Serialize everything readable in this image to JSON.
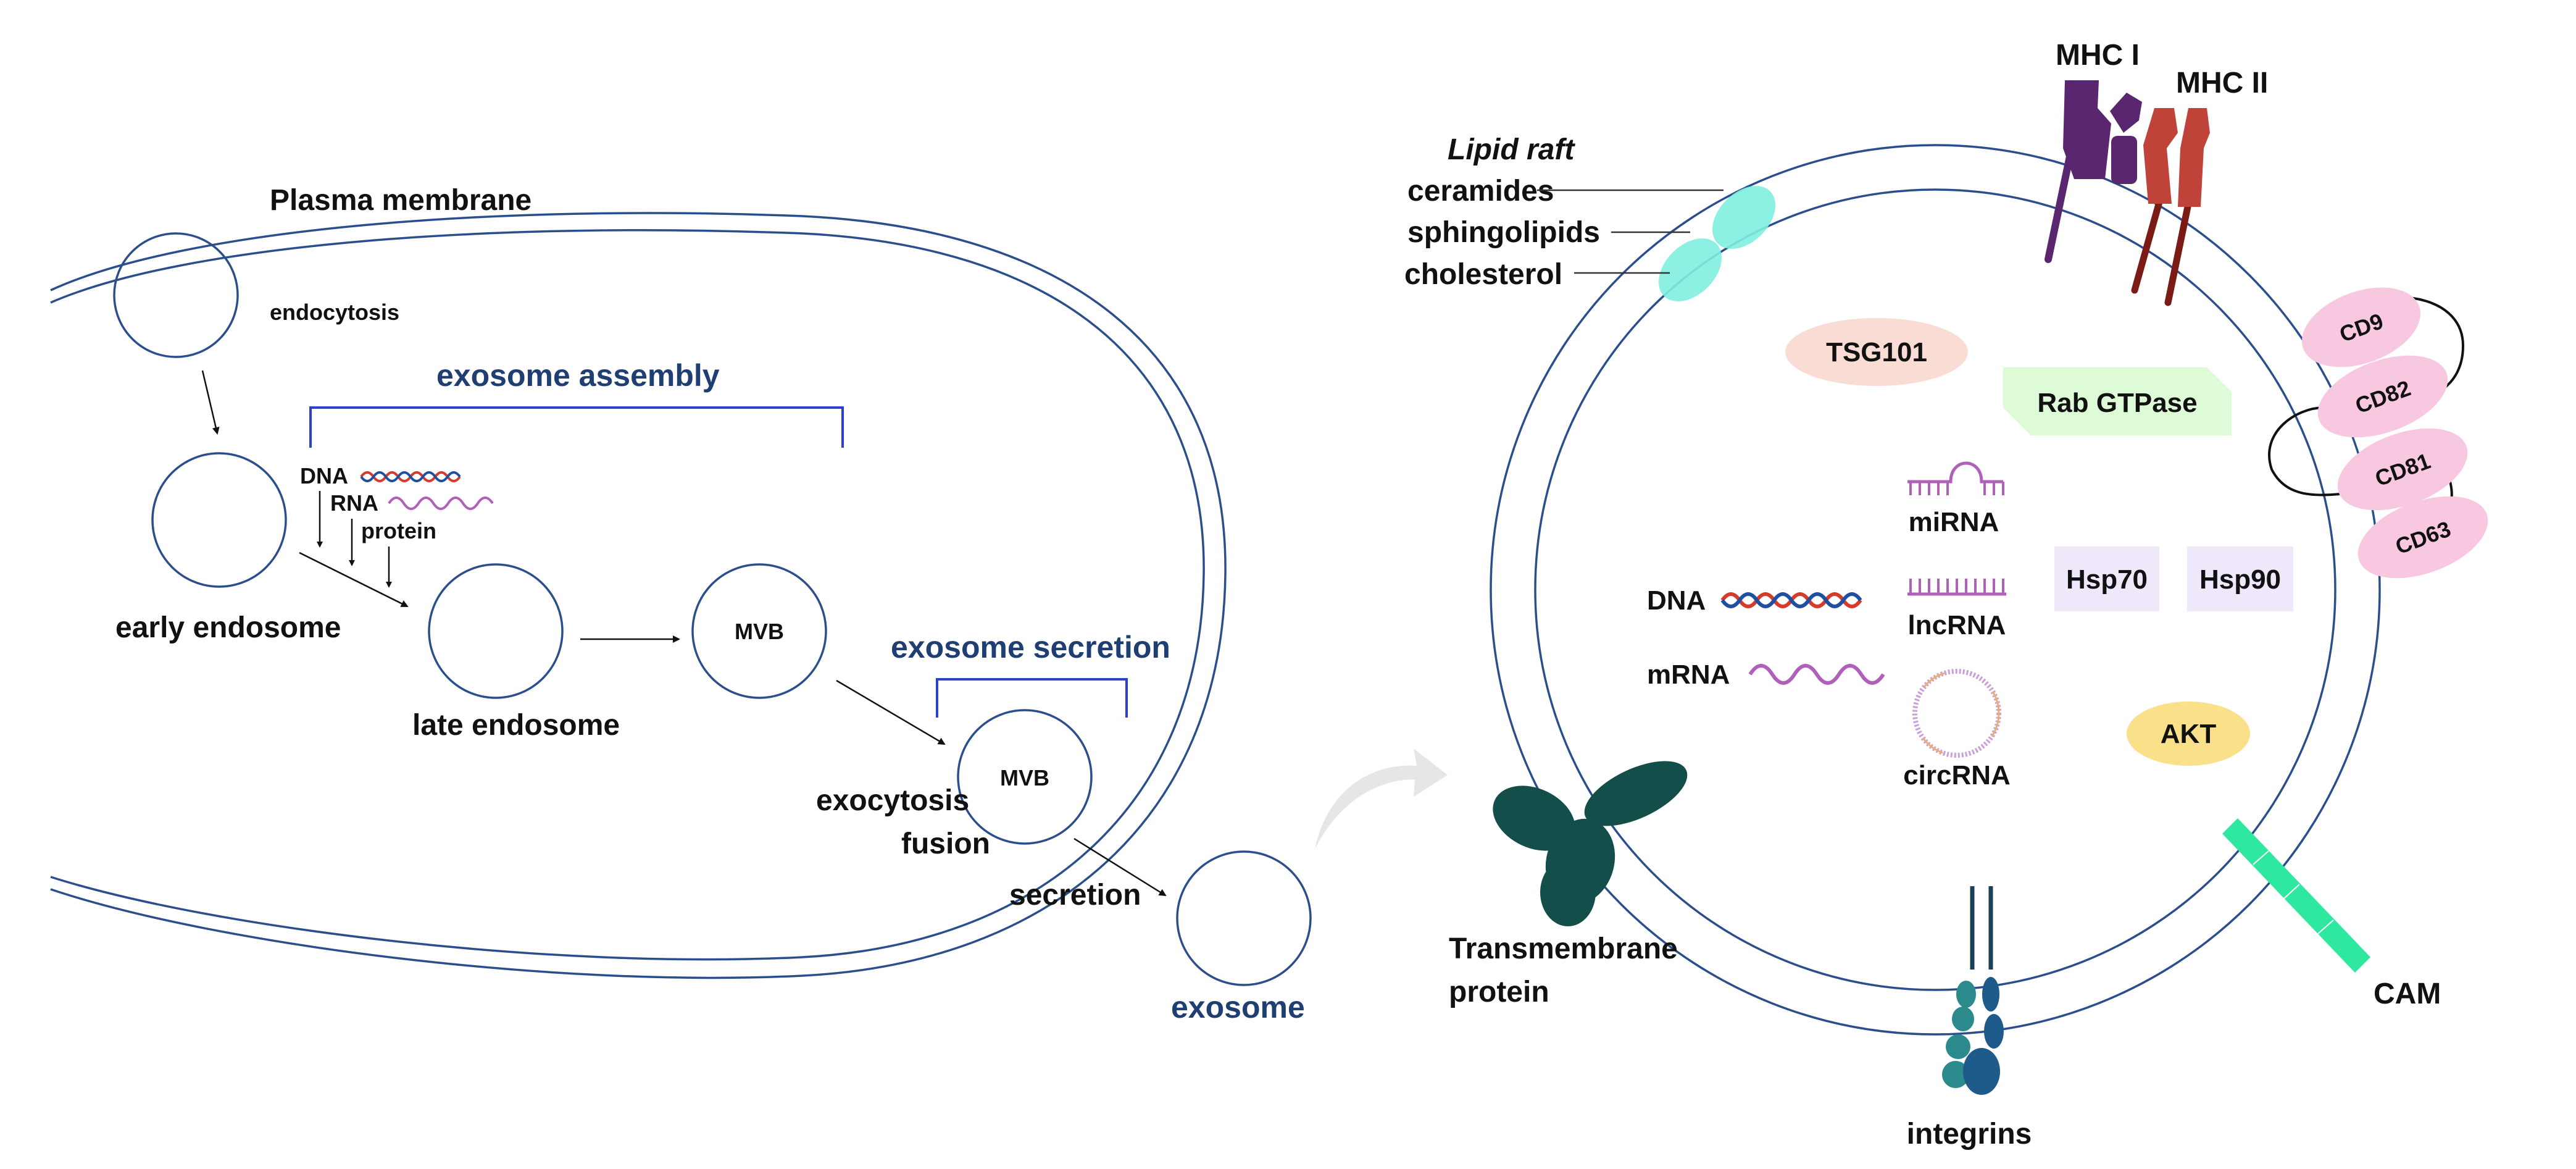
{
  "colors": {
    "membrane": "#2b4e8c",
    "title_blue": "#1f3f73",
    "bracket_blue": "#2b3fd0",
    "lipid_raft": "#7ff0df",
    "tsg101": "#f9dcd3",
    "rab": "#dcfbd6",
    "hsp": "#efe8fb",
    "akt": "#fbe08a",
    "tetraspanin": "#f7c8e0",
    "mhc1": "#5a2670",
    "mhc2": "#c0433a",
    "cam": "#2ee8a0",
    "transmembrane": "#134e4a",
    "integrin": "#1e5a8a",
    "dna_red": "#d63a2a",
    "dna_blue": "#1f4fa0",
    "rna_purple": "#b060b8"
  },
  "left_panel": {
    "plasma_membrane": "Plasma membrane",
    "endocytosis": "endocytosis",
    "exosome_assembly": "exosome assembly",
    "cargo": {
      "dna": "DNA",
      "rna": "RNA",
      "protein": "protein"
    },
    "early_endosome": "early endosome",
    "late_endosome": "late endosome",
    "mvb_1": "MVB",
    "exosome_secretion": "exosome secretion",
    "mvb_2": "MVB",
    "exocytosis": "exocytosis",
    "fusion": "fusion",
    "secretion": "secretion",
    "exosome": "exosome"
  },
  "right_panel": {
    "mhc1": "MHC I",
    "mhc2": "MHC II",
    "lipid_raft": "Lipid raft",
    "ceramides": "ceramides",
    "sphingolipids": "sphingolipids",
    "cholesterol": "cholesterol",
    "tsg101": "TSG101",
    "rab_gtpase": "Rab GTPase",
    "cd9": "CD9",
    "cd82": "CD82",
    "cd81": "CD81",
    "cd63": "CD63",
    "mirna": "miRNA",
    "lncrna": "lncRNA",
    "circrna": "circRNA",
    "dna": "DNA",
    "mrna": "mRNA",
    "hsp70": "Hsp70",
    "hsp90": "Hsp90",
    "akt": "AKT",
    "transmembrane_1": "Transmembrane",
    "transmembrane_2": "protein",
    "integrins": "integrins",
    "cam": "CAM"
  }
}
